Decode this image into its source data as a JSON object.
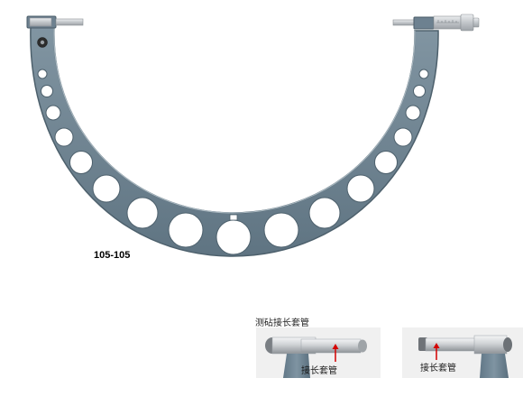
{
  "figure": {
    "model_number": "105-105",
    "detail_caption": "测砧接长套管",
    "photo_left": {
      "label": "接长套管",
      "arrow_color": "#d40000"
    },
    "photo_right": {
      "label": "接长套管",
      "arrow_color": "#d40000"
    }
  },
  "colors": {
    "frame": "#6f8593",
    "frame_dark": "#4c5f6b",
    "frame_light": "#92a4b0",
    "metal": "#c9ccd0",
    "background": "#ffffff"
  }
}
